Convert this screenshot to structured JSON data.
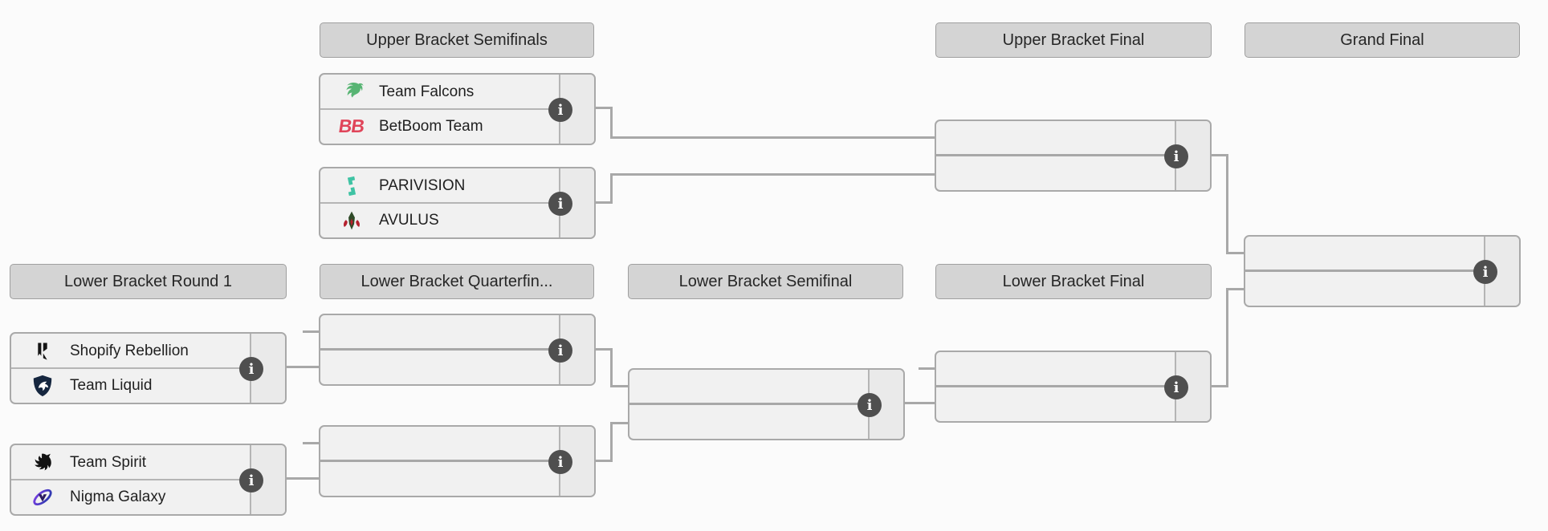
{
  "headers": {
    "upper_bracket_semifinals": "Upper Bracket Semifinals",
    "upper_bracket_final": "Upper Bracket Final",
    "grand_final": "Grand Final",
    "lower_bracket_round_1": "Lower Bracket Round 1",
    "lower_bracket_quarterfinals": "Lower Bracket Quarterfin...",
    "lower_bracket_semifinal": "Lower Bracket Semifinal",
    "lower_bracket_final": "Lower Bracket Final"
  },
  "bracket": {
    "upper_semifinal_1": {
      "team1": "Team Falcons",
      "team2": "BetBoom Team"
    },
    "upper_semifinal_2": {
      "team1": "PARIVISION",
      "team2": "AVULUS"
    },
    "upper_final": {
      "team1": "",
      "team2": ""
    },
    "grand_final": {
      "team1": "",
      "team2": ""
    },
    "lower_round1_1": {
      "team1": "Shopify Rebellion",
      "team2": "Team Liquid"
    },
    "lower_round1_2": {
      "team1": "Team Spirit",
      "team2": "Nigma Galaxy"
    },
    "lower_quarterfinal_1": {
      "team1": "",
      "team2": ""
    },
    "lower_quarterfinal_2": {
      "team1": "",
      "team2": ""
    },
    "lower_semifinal": {
      "team1": "",
      "team2": ""
    },
    "lower_final": {
      "team1": "",
      "team2": ""
    }
  },
  "icons": {
    "info_glyph": "i",
    "betboom_logo_text": "BB",
    "team_logo_names": [
      "falcon-icon",
      "bb-letters-icon",
      "parivision-arrows-icon",
      "avulus-crest-icon",
      "rebellion-ribbons-icon",
      "liquid-horse-shield-icon",
      "spirit-dragon-icon",
      "galaxy-swirl-icon"
    ]
  },
  "colors": {
    "header_bg": "#d4d4d4",
    "match_bg": "#f1f1f1",
    "score_cell_bg": "#eaeaea",
    "box_border": "#a9a9a9",
    "connector": "#a8a8a8",
    "info_icon_bg": "#4f4f4f",
    "falcons_green": "#57b473",
    "betboom_red": "#e0455a",
    "parivision_teal": "#3fc3a4",
    "avulus_green": "#2f4a28",
    "avulus_red": "#b5212e",
    "rebellion_black": "#141414",
    "liquid_navy": "#15263f",
    "spirit_black": "#121212",
    "nigma_purple": "#7b3fe4",
    "nigma_blue": "#2438a8"
  }
}
